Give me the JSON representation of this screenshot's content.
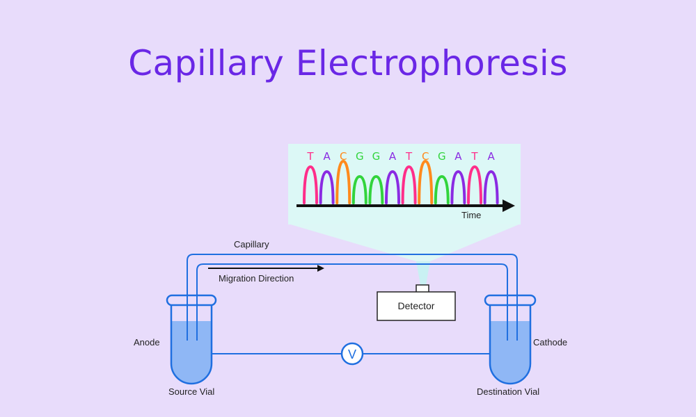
{
  "title": "Capillary Electrophoresis",
  "colors": {
    "background": "#e8dcfb",
    "title": "#6a27e6",
    "outline": "#1f6fe0",
    "liquid": "#8fb7f5",
    "panel": "#dcf8f6"
  },
  "sequence": {
    "bases": [
      "T",
      "A",
      "C",
      "G",
      "G",
      "A",
      "T",
      "C",
      "G",
      "A",
      "T",
      "A"
    ],
    "base_colors": {
      "T": "#ff2e8a",
      "A": "#8a2be2",
      "C": "#ff8a1c",
      "G": "#32d43c"
    },
    "time_label": "Time"
  },
  "labels": {
    "capillary": "Capillary",
    "migration_direction": "Migration Direction",
    "detector": "Detector",
    "anode": "Anode",
    "cathode": "Cathode",
    "source_vial": "Source Vial",
    "destination_vial": "Destination Vial",
    "voltmeter": "V"
  }
}
